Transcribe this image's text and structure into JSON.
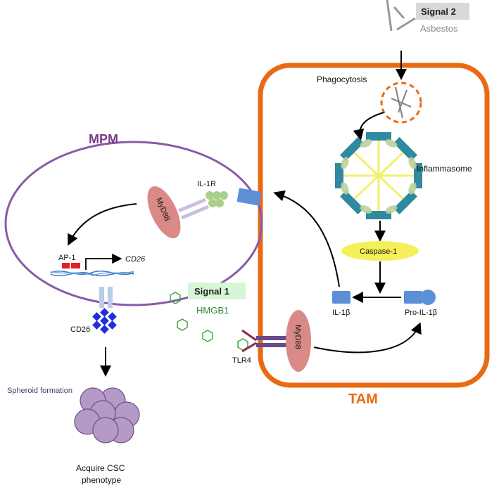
{
  "labels": {
    "signal2_title": "Signal 2",
    "signal2_sub": "Asbestos",
    "phagocytosis": "Phagocytosis",
    "inflammasome": "Inflammasome",
    "mpm": "MPM",
    "il1r": "IL-1R",
    "myd88_mpm": "MyD88",
    "ap1": "AP-1",
    "cd26_gene": "CD26",
    "caspase1": "Caspase-1",
    "il1b": "IL-1β",
    "pro_il1b": "Pro-IL-1β",
    "signal1_title": "Signal 1",
    "signal1_sub": "HMGB1",
    "cd26_receptor": "CD26",
    "myd88_tam": "MyD88",
    "tlr4": "TLR4",
    "spheroid": "Spheroid formation",
    "tam": "TAM",
    "acquire_line1": "Acquire CSC",
    "acquire_line2": "phenotype"
  },
  "colors": {
    "mpm_membrane": "#8a5aa8",
    "tam_membrane": "#ea6a12",
    "myd88": "#d98a86",
    "receptor_blue": "#5b8fd6",
    "cd26_diamond": "#1f2fe0",
    "hmgb1_hexagon": "#3fa83f",
    "caspase": "#f5ef5a",
    "inflammasome_teal": "#2e8aa0",
    "spheroid": "#b59ac8",
    "signal1_box": "#d7f5d7",
    "signal2_box": "#d9d9d9"
  }
}
